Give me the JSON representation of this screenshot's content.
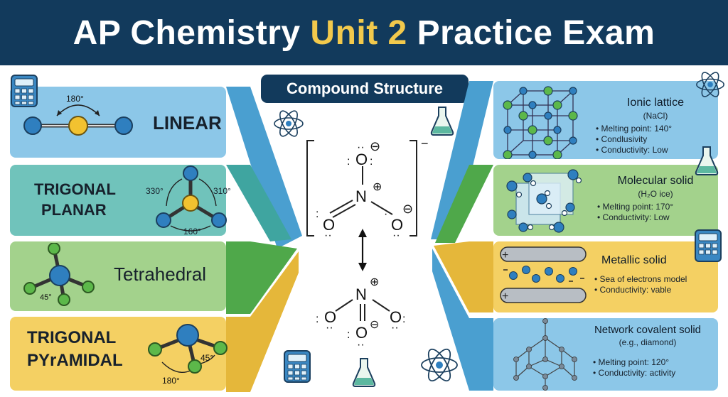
{
  "header": {
    "title_part1": "AP Chemistry ",
    "title_highlight": "Unit 2",
    "title_part2": " Practice Exam"
  },
  "badge": {
    "label": "Compound Structure"
  },
  "geometries": [
    {
      "label": "LINEAR",
      "angles": [
        "180°"
      ]
    },
    {
      "label_line1": "TRIGONAL",
      "label_line2": "PLANAR",
      "angles": [
        "330°",
        "310°",
        "160°"
      ]
    },
    {
      "label": "Tetrahedral",
      "angles": [
        "45°"
      ]
    },
    {
      "label_line1": "TRIGONAL",
      "label_line2": "PYrAMIDAL",
      "angles": [
        "45°",
        "180°"
      ]
    }
  ],
  "solids": [
    {
      "title": "Ionic lattice",
      "subtitle": "(NaCl)",
      "bullets": [
        "Melting point: 140°",
        "Condlusivity",
        "Conductivity: Low"
      ]
    },
    {
      "title": "Molecular solid",
      "subtitle": "(H₂O ice)",
      "bullets": [
        "Melting point: 170°",
        "Conductivity: Low"
      ]
    },
    {
      "title": "Metallic solid",
      "subtitle": "",
      "bullets": [
        "Sea of electrons model",
        "Conductivity: vable"
      ]
    },
    {
      "title": "Network covalent solid",
      "subtitle": "(e.g., diamond)",
      "bullets": [
        "Melting point: 120°",
        "Conductivity: activity"
      ]
    }
  ],
  "structure": {
    "charge": "−",
    "atoms": {
      "oxygen": "O",
      "nitrogen": "N",
      "minus": "⊖",
      "plus": "⊕"
    }
  },
  "colors": {
    "header": "#123a5c",
    "highlight": "#f2c94c",
    "blue_panel": "#7fc0e4",
    "teal_panel": "#6cc0b8",
    "green_panel": "#9ccf86",
    "yellow_panel": "#f2cc5a",
    "atom_blue": "#2f7fbf",
    "atom_yellow": "#f2c230",
    "atom_green": "#5cb84a"
  },
  "icons": [
    "calculator-icon",
    "atom-icon",
    "flask-icon"
  ]
}
